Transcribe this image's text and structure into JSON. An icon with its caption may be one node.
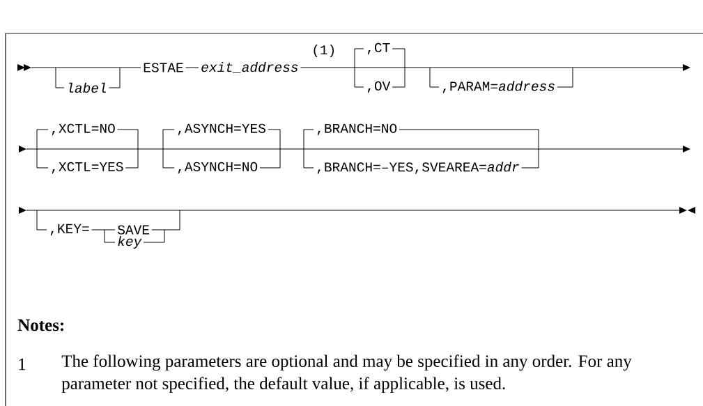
{
  "diagram": {
    "labels": [
      "label",
      "ESTAE",
      "exit_address",
      "(1)",
      ",CT",
      ",OV",
      ",PARAM=*address*",
      ",XCTL=NO",
      ",XCTL=YES",
      ",ASYNCH=YES",
      ",ASYNCH=NO",
      ",BRANCH=NO",
      ",BRANCH=–YES,SVEAREA=*addr*",
      ",KEY=",
      "SAVE",
      "key",
      "Notes:",
      "1",
      "The following parameters are optional and may be specified in any order. For any parameter not specified, the default value, if applicable, is used."
    ]
  }
}
